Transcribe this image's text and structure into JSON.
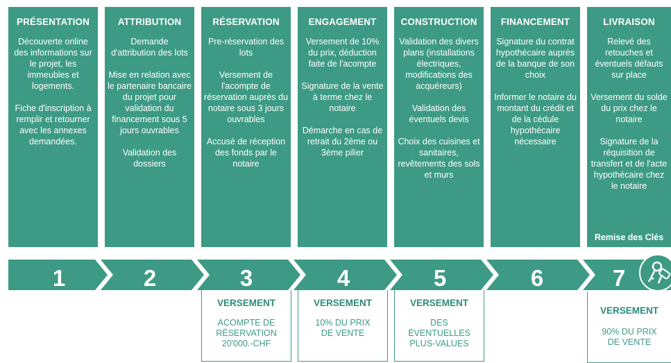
{
  "steps": [
    {
      "title": "PRÉSENTATION",
      "paras": [
        "Découverte online des informations sur le projet, les immeubles et logements.",
        "Fiche d'inscription à remplir et retourner avec les annexes demandées."
      ],
      "number": "1"
    },
    {
      "title": "ATTRIBUTION",
      "paras": [
        "Demande d'attribution des lots",
        "Mise en relation avec le partenaire bancaire du projet pour validation du financement sous 5 jours ouvrables",
        "Validation des dossiers"
      ],
      "number": "2"
    },
    {
      "title": "RÉSERVATION",
      "paras": [
        "Pre-réservation des lots",
        "Versement de l'acompte de réservation auprès du notaire sous 3 jours ouvrables",
        "Accusé de réception des fonds par le notaire"
      ],
      "number": "3"
    },
    {
      "title": "ENGAGEMENT",
      "paras": [
        "Versement de 10% du prix, déduction faite de l'acompte",
        "Signature de la vente à terme chez le notaire",
        "Démarche en cas de retrait du 2ème ou 3ème pilier"
      ],
      "number": "4"
    },
    {
      "title": "CONSTRUCTION",
      "paras": [
        "Validation des divers plans (installations électriques, modifications des acquéreurs)",
        "Validation des éventuels devis",
        "Choix des cuisines et sanitaires, revêtements des sols et murs"
      ],
      "number": "5"
    },
    {
      "title": "FINANCEMENT",
      "paras": [
        "Signature du contrat hypothécaire auprès de la banque de son choix",
        "Informer le notaire du montant du crédit et de la cédule hypothécaire nécessaire"
      ],
      "number": "6"
    },
    {
      "title": "LIVRAISON",
      "paras": [
        "Relevé des retouches et éventuels défauts sur place",
        "Versement du solde du prix chez le notaire",
        "Signature de la réquisition de transfert et de l'acte hypothécaire chez le notaire"
      ],
      "footer": "Remise des Clés",
      "number": "7"
    }
  ],
  "payments": [
    {
      "title": "VERSEMENT",
      "desc": "ACOMPTE DE RÉSERVATION 20'000.-CHF"
    },
    {
      "title": "VERSEMENT",
      "desc": "10% DU PRIX DE VENTE"
    },
    {
      "title": "VERSEMENT",
      "desc": "DES ÉVENTUELLES PLUS-VALUES"
    },
    {
      "title": "VERSEMENT",
      "desc": "90% DU PRIX DE VENTE"
    }
  ],
  "icons": {
    "keys": "keys-icon"
  },
  "colors": {
    "primary": "#3d9a84",
    "text_on_primary": "#ffffff"
  }
}
